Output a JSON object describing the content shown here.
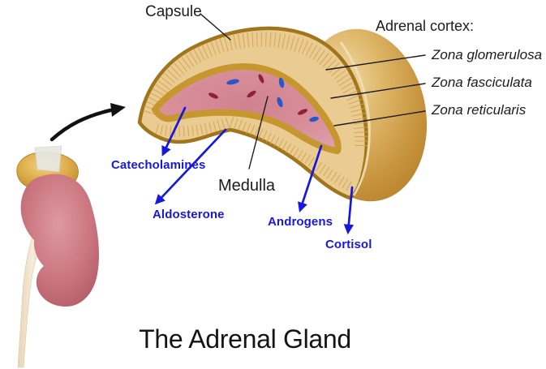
{
  "diagram": {
    "title": "The Adrenal Gland",
    "labels": {
      "capsule": "Capsule",
      "adrenal_cortex_heading": "Adrenal cortex:",
      "zona_glomerulosa": "Zona glomerulosa",
      "zona_fasciculata": "Zona fasciculata",
      "zona_reticularis": "Zona reticularis",
      "medulla": "Medulla"
    },
    "hormones": {
      "catecholamines": "Catecholamines",
      "aldosterone": "Aldosterone",
      "androgens": "Androgens",
      "cortisol": "Cortisol"
    },
    "colors": {
      "hormone_label_blue": "#1717df",
      "line_black": "#1c1c1c",
      "cortex_tan": "#eacc92",
      "capsule_gold": "#a1751b",
      "inner_ring_gold": "#c6962f",
      "medulla_pink": "#d78f9a",
      "gland_back_gold": "#cd9b41",
      "kidney_rose": "#c96f79",
      "adrenal_cap_gold": "#d8a33b",
      "ureter_cream": "#f1e3cd"
    }
  }
}
